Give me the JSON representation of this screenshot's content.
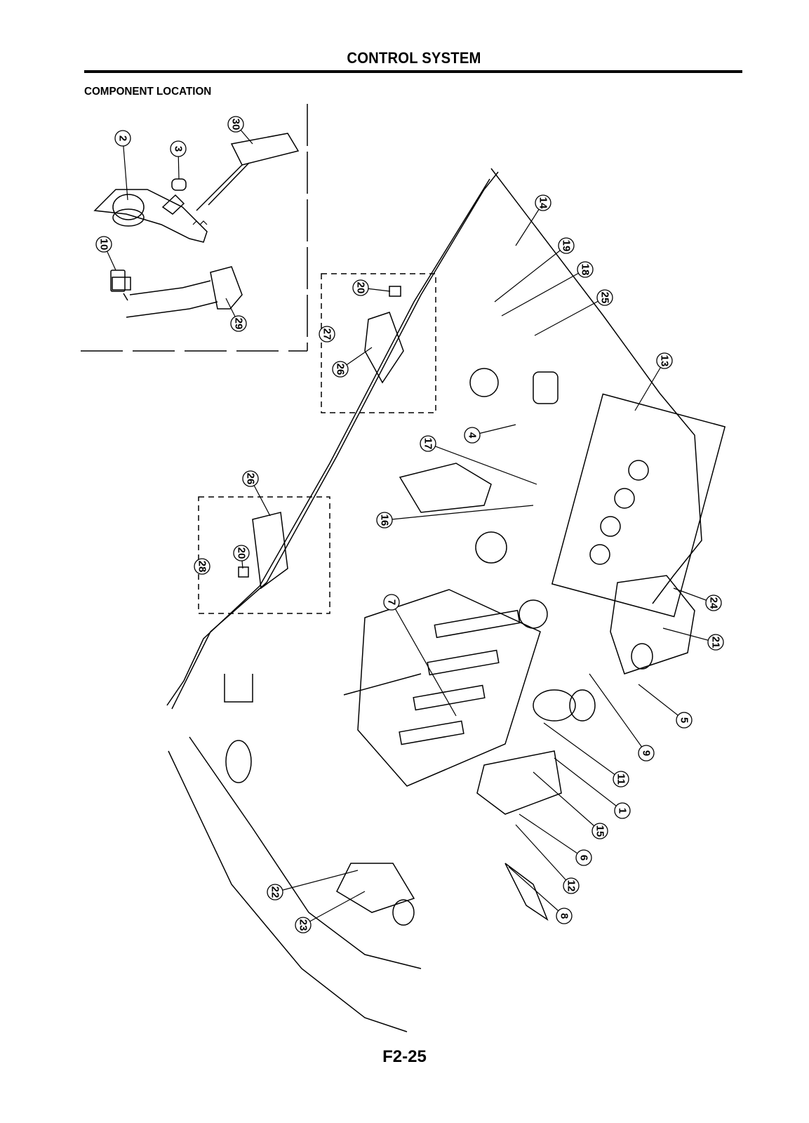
{
  "header": {
    "title": "CONTROL SYSTEM"
  },
  "section": {
    "title": "COMPONENT LOCATION"
  },
  "footer": {
    "page_number": "F2-25"
  },
  "diagram": {
    "description": "Engine compartment and pedal assembly component location diagram",
    "inset_groups": [
      {
        "name": "pedal-inset",
        "callouts": [
          "2",
          "3",
          "10",
          "29",
          "30"
        ]
      },
      {
        "name": "inset-27",
        "callouts": [
          "20",
          "26",
          "27"
        ]
      },
      {
        "name": "inset-28",
        "callouts": [
          "20",
          "26",
          "28"
        ]
      }
    ],
    "callouts": [
      "1",
      "2",
      "3",
      "4",
      "5",
      "6",
      "7",
      "8",
      "9",
      "10",
      "11",
      "12",
      "13",
      "14",
      "15",
      "16",
      "17",
      "18",
      "19",
      "20",
      "20",
      "21",
      "22",
      "23",
      "24",
      "25",
      "26",
      "26",
      "27",
      "28",
      "29",
      "30"
    ]
  }
}
